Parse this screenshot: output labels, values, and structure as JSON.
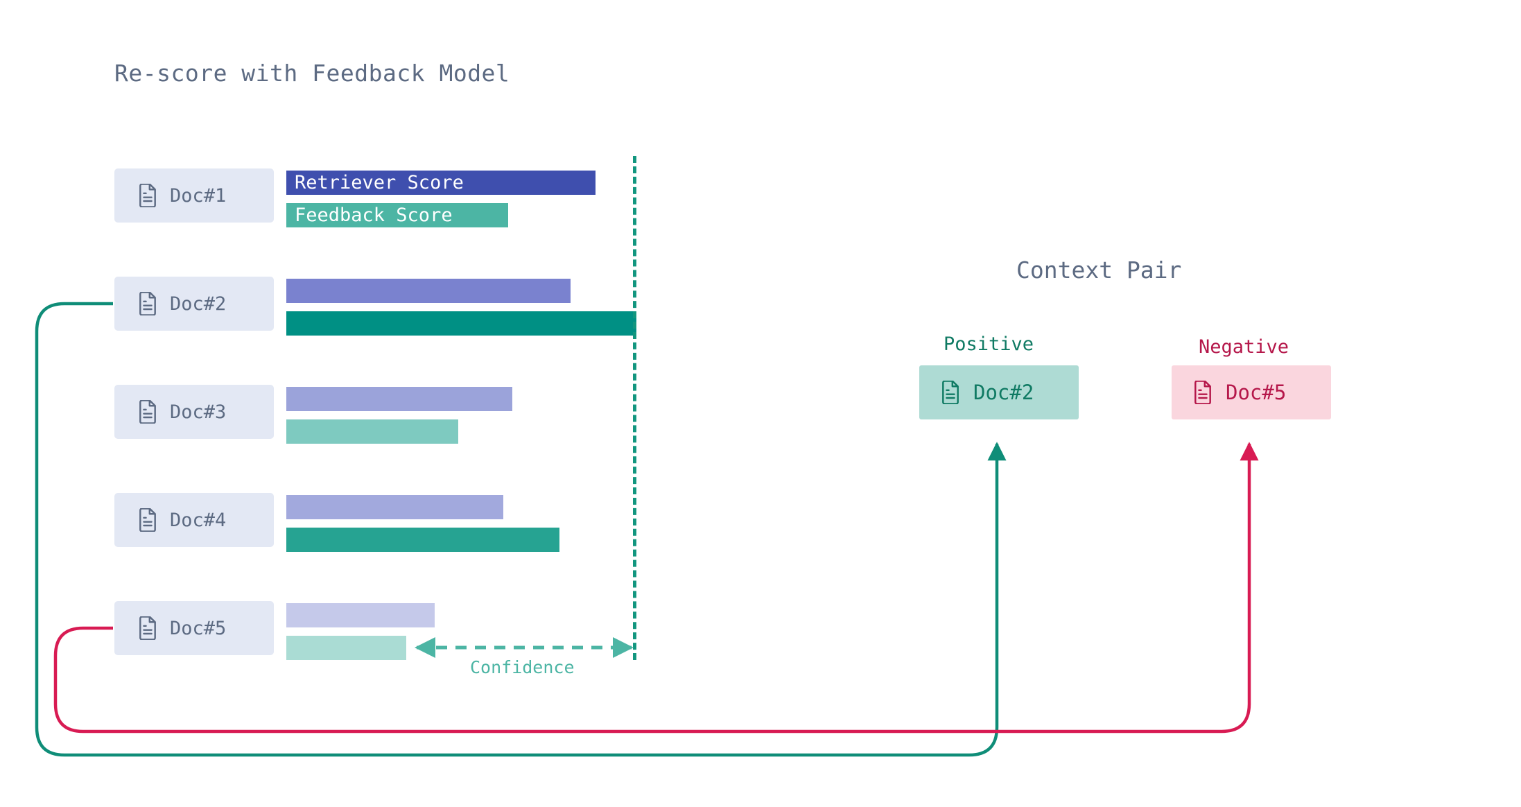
{
  "title": "Re-score with Feedback Model",
  "legend": {
    "retriever_label": "Retriever Score",
    "feedback_label": "Feedback Score"
  },
  "confidence": {
    "label": "Confidence"
  },
  "context_pair": {
    "title": "Context Pair",
    "positive_label": "Positive",
    "negative_label": "Negative",
    "positive_doc": "Doc#2",
    "negative_doc": "Doc#5"
  },
  "colors": {
    "retriever_1": "#3f4fae",
    "retriever_2": "#7a82cf",
    "retriever_3": "#9ba3da",
    "retriever_4": "#a2a9dd",
    "retriever_5": "#c5c9ea",
    "feedback_1": "#4cb5a4",
    "feedback_2": "#009084",
    "feedback_3": "#7ecac0",
    "feedback_4": "#26a392",
    "feedback_5": "#aadcd4",
    "chip_bg": "#e3e8f4",
    "chip_text": "#5c6a82",
    "positive_bg": "#aedbd4",
    "positive_fg": "#0f7a63",
    "negative_bg": "#fad6de",
    "negative_fg": "#b5174a",
    "guide": "#12967f",
    "title_fg": "#5c6a82"
  },
  "chart_data": {
    "type": "bar",
    "title": "Re-score with Feedback Model",
    "orientation": "horizontal",
    "categories": [
      "Doc#1",
      "Doc#2",
      "Doc#3",
      "Doc#4",
      "Doc#5"
    ],
    "series": [
      {
        "name": "Retriever Score",
        "values": [
          0.89,
          0.82,
          0.65,
          0.62,
          0.43
        ]
      },
      {
        "name": "Feedback Score",
        "values": [
          0.64,
          1.0,
          0.49,
          0.78,
          0.34
        ]
      }
    ],
    "xlabel": "",
    "ylabel": "",
    "xlim": [
      0,
      1.0
    ],
    "grid": false,
    "legend": "inline-first-row",
    "annotations": [
      {
        "text": "Confidence",
        "type": "span-arrow",
        "from": "Doc#5 feedback bar end",
        "to": "confidence guide line"
      }
    ]
  },
  "rows": [
    {
      "doc": "Doc#1",
      "icon": "document-icon",
      "retriever_w": 446,
      "feedback_w": 320,
      "show_legend": true
    },
    {
      "doc": "Doc#2",
      "icon": "document-icon",
      "retriever_w": 410,
      "feedback_w": 505,
      "show_legend": false
    },
    {
      "doc": "Doc#3",
      "icon": "document-icon",
      "retriever_w": 326,
      "feedback_w": 248,
      "show_legend": false
    },
    {
      "doc": "Doc#4",
      "icon": "document-icon",
      "retriever_w": 313,
      "feedback_w": 394,
      "show_legend": false
    },
    {
      "doc": "Doc#5",
      "icon": "document-icon",
      "retriever_w": 214,
      "feedback_w": 173,
      "show_legend": false
    }
  ]
}
